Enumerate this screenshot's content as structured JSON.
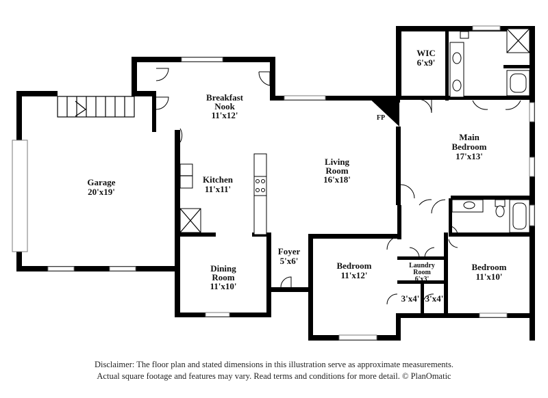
{
  "rooms": {
    "breakfast_nook": {
      "name_line1": "Breakfast",
      "name_line2": "Nook",
      "size": "11'x12'"
    },
    "garage": {
      "name": "Garage",
      "size": "20'x19'"
    },
    "kitchen": {
      "name": "Kitchen",
      "size": "11'x11'"
    },
    "living_room": {
      "name_line1": "Living",
      "name_line2": "Room",
      "size": "16'x18'"
    },
    "wic": {
      "name": "WIC",
      "size": "6'x9'"
    },
    "main_bedroom": {
      "name_line1": "Main",
      "name_line2": "Bedroom",
      "size": "17'x13'"
    },
    "fireplace": {
      "name": "FP"
    },
    "foyer": {
      "name": "Foyer",
      "size": "5'x6'"
    },
    "dining_room": {
      "name_line1": "Dining",
      "name_line2": "Room",
      "size": "11'x10'"
    },
    "bedroom_center": {
      "name": "Bedroom",
      "size": "11'x12'"
    },
    "laundry_room": {
      "name_line1": "Laundry",
      "name_line2": "Room",
      "size": "6'x3'"
    },
    "bedroom_right": {
      "name": "Bedroom",
      "size": "11'x10'"
    },
    "closet_left": {
      "size": "3'x4'"
    },
    "closet_right": {
      "size": "3'x4'"
    }
  },
  "disclaimer": {
    "line1": "Disclaimer: The floor plan and stated dimensions in this illustration serve as approximate measurements.",
    "line2": "Actual square footage and features may vary. Read terms and conditions for more detail. © PlanOmatic"
  }
}
